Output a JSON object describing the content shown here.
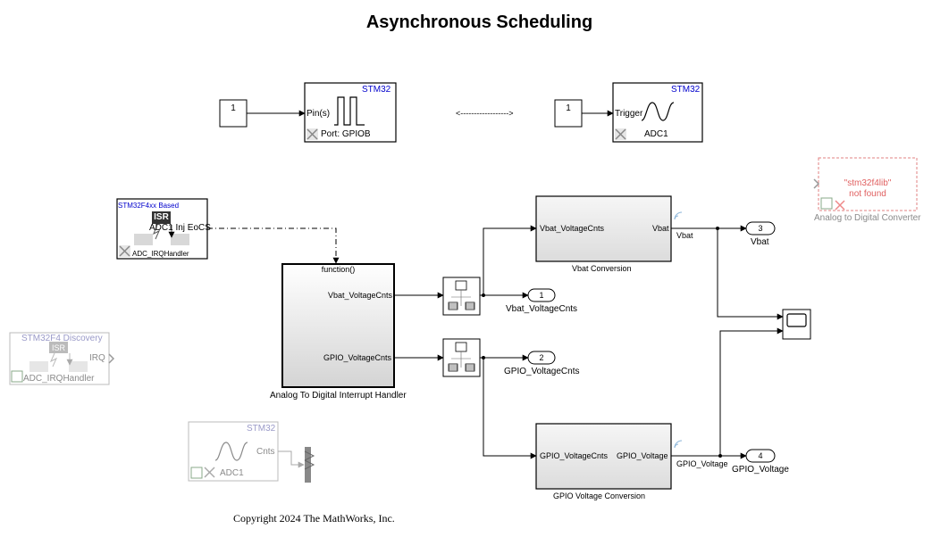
{
  "title": "Asynchronous Scheduling",
  "copyright": "Copyright 2024 The MathWorks, Inc.",
  "stm32_label": "STM32",
  "digital_write": {
    "port_in": "Pin(s)",
    "port": "Port: GPIOB"
  },
  "dashed_arrow": "<------------------>",
  "adc_trigger": {
    "port_in": "Trigger",
    "label": "ADC1"
  },
  "const1": "1",
  "const2": "1",
  "isr_block": {
    "header": "STM32F4xx Based",
    "isr": "ISR",
    "event": "ADC1 Inj EoCS",
    "handler": "ADC_IRQHandler"
  },
  "subsystem": {
    "trigger": "function()",
    "out1": "Vbat_VoltageCnts",
    "out2": "GPIO_VoltageCnts",
    "label": "Analog To Digital Interrupt Handler"
  },
  "outports": [
    {
      "num": "1",
      "label": "Vbat_VoltageCnts"
    },
    {
      "num": "2",
      "label": "GPIO_VoltageCnts"
    },
    {
      "num": "3",
      "label": "Vbat"
    },
    {
      "num": "4",
      "label": "GPIO_Voltage"
    }
  ],
  "vbat_conv": {
    "in": "Vbat_VoltageCnts",
    "out": "Vbat",
    "label": "Vbat Conversion",
    "signal": "Vbat"
  },
  "gpio_conv": {
    "in": "GPIO_VoltageCnts",
    "out": "GPIO_Voltage",
    "label": "GPIO Voltage Conversion",
    "signal": "GPIO_Voltage"
  },
  "lib_missing": {
    "line1": "\"stm32f4lib\"",
    "line2": "not found",
    "label": "Analog to Digital Converter"
  },
  "discovery": {
    "header": "STM32F4 Discovery",
    "isr": "ISR",
    "port": "IRQ",
    "handler": "ADC_IRQHandler"
  },
  "adc_faded": {
    "port": "Cnts",
    "label": "ADC1"
  },
  "colors": {
    "stm_blue": "#0000cc",
    "faded_blue": "#9a9ac8",
    "missing_red": "#e06060",
    "block_border": "#000000"
  }
}
